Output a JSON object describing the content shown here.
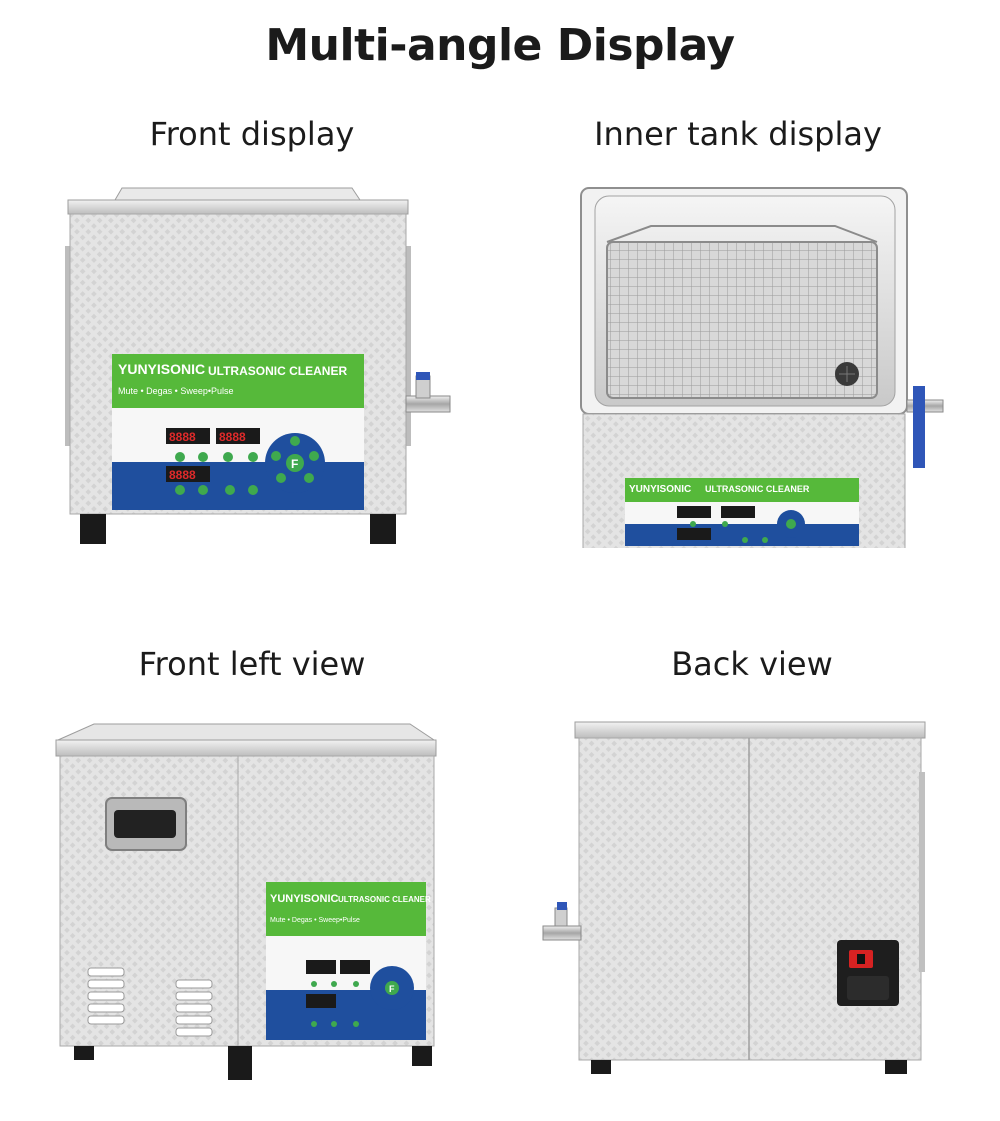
{
  "page": {
    "title": "Multi-angle Display"
  },
  "views": [
    {
      "caption": "Front display"
    },
    {
      "caption": "Inner tank display"
    },
    {
      "caption": "Front left view"
    },
    {
      "caption": "Back view"
    }
  ],
  "label": {
    "brand": "YUNYISONIC",
    "product": "ULTRASONIC CLEANER",
    "features": "Mute • Degas • Sweep•Pulse",
    "button": "F",
    "display_digits": "8888"
  },
  "colors": {
    "label_green": "#56b93a",
    "panel_blue": "#1f4f9e",
    "led_red": "#e02a2a",
    "button_green": "#3fa94e",
    "steel": "#dcdcdc",
    "valve_blue": "#2f56b8",
    "switch_red": "#d62222"
  }
}
